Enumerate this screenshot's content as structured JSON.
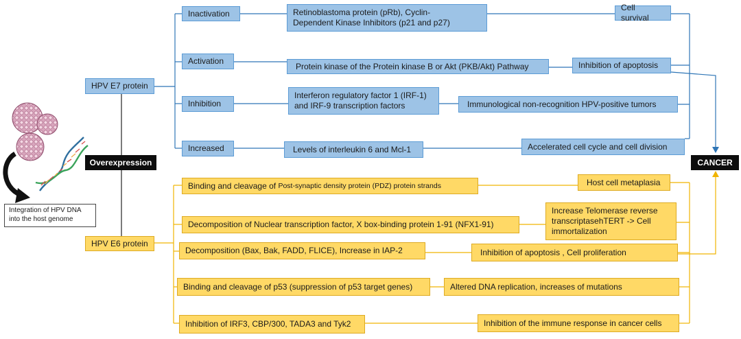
{
  "center": {
    "label": "Overexpression",
    "integration_note": "Integration of HPV DNA\ninto the host genome",
    "outcome": "CANCER"
  },
  "e7": {
    "protein_label": "HPV E7 protein",
    "rows": [
      {
        "action": "Inactivation",
        "target": "Retinoblastoma protein  (pRb), Cyclin-\nDependent  Kinase Inhibitors (p21 and p27)",
        "effect": "Cell survival"
      },
      {
        "action": "Activation",
        "target": "Protein kinase of the Protein kinase B or Akt (PKB/Akt) Pathway",
        "effect": "Inhibition of apoptosis"
      },
      {
        "action": "Inhibition",
        "target": "Interferon regulatory factor 1 (IRF-1)\nand  IRF-9 transcription factors",
        "effect": "Immunological non-recognition HPV-positive tumors"
      },
      {
        "action": "Increased",
        "target": "Levels of interleukin 6 and Mcl-1",
        "effect": "Accelerated cell cycle and cell division"
      }
    ]
  },
  "e6": {
    "protein_label": "HPV E6 protein",
    "rows": [
      {
        "mechanism": "Binding and cleavage of ",
        "mechanism_small": "Post-synaptic density protein (PDZ) protein strands",
        "effect": "Host cell metaplasia"
      },
      {
        "mechanism": "Decomposition of Nuclear transcription factor, X box-binding protein 1-91 (NFX1-91)",
        "mechanism_small": "",
        "effect": "Increase Telomerase reverse\ntranscriptasehTERT -> Cell\nimmortalization"
      },
      {
        "mechanism": "Decomposition (Bax, Bak, FADD, FLICE), Increase in IAP-2",
        "mechanism_small": "",
        "effect": "Inhibition of apoptosis , Cell proliferation"
      },
      {
        "mechanism": "Binding and cleavage of p53 (suppression of p53 target genes)",
        "mechanism_small": "",
        "effect": "Altered DNA replication, increases of mutations"
      },
      {
        "mechanism": "Inhibition of  IRF3, CBP/300, TADA3 and Tyk2",
        "mechanism_small": "",
        "effect": "Inhibition of the immune response in cancer cells"
      }
    ]
  },
  "colors": {
    "e7_fill": "#9dc3e6",
    "e7_line": "#2e75b6",
    "e6_fill": "#ffd966",
    "e6_line": "#f0b400",
    "node": "#0d0d0d"
  },
  "icons": [
    "virus-particle-icon",
    "dna-helix-icon",
    "curved-arrow-icon"
  ]
}
